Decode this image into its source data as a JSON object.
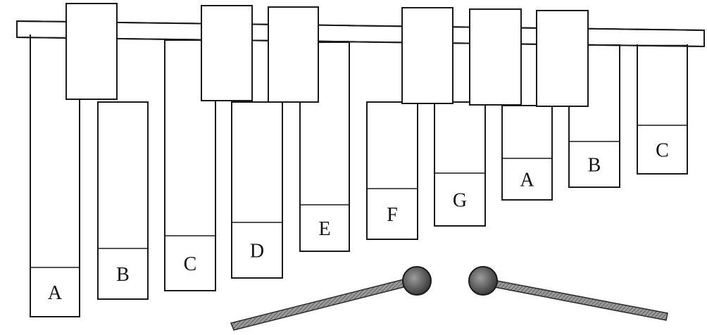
{
  "bars": [
    {
      "note": "A"
    },
    {
      "note": "B"
    },
    {
      "note": "C"
    },
    {
      "note": "D"
    },
    {
      "note": "E"
    },
    {
      "note": "F"
    },
    {
      "note": "G"
    },
    {
      "note": "A"
    },
    {
      "note": "B"
    },
    {
      "note": "C"
    }
  ],
  "colors": {
    "line": "#1a1a1a",
    "mallet_head": "#6b6b6b",
    "mallet_shaft": "#8a8a8a",
    "background": "#ffffff"
  },
  "icons": {
    "mallet_left": "mallet-icon",
    "mallet_right": "mallet-icon"
  }
}
